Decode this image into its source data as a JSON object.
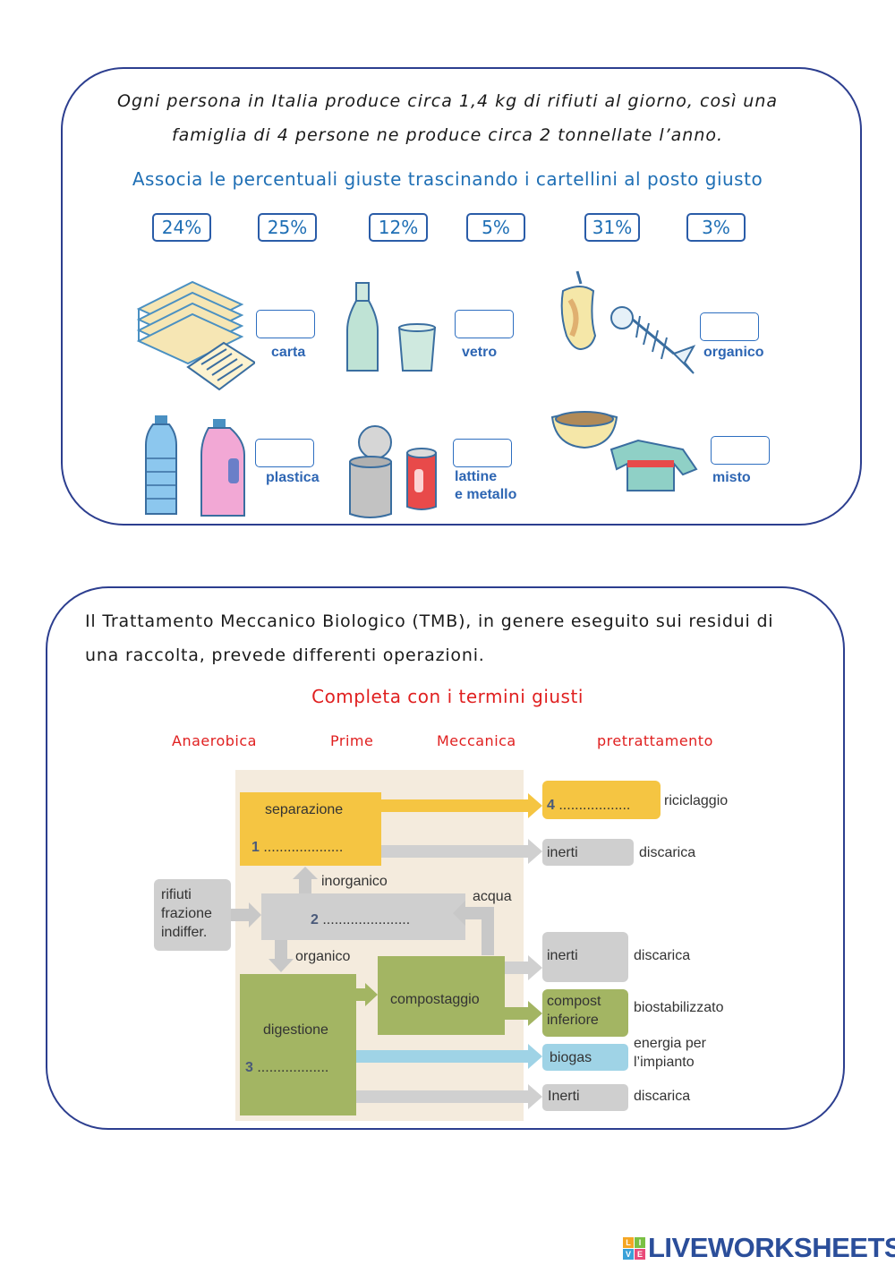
{
  "section1": {
    "intro_line1": "Ogni persona in Italia produce circa 1,4 kg di rifiuti al giorno, così una",
    "intro_line2": "famiglia di 4 persone ne produce circa 2 tonnellate l’anno.",
    "instruction": "Associa le percentuali giuste trascinando i cartellini al posto giusto",
    "chips": [
      "24%",
      "25%",
      "12%",
      "5%",
      "31%",
      "3%"
    ],
    "categories": {
      "carta": "carta",
      "vetro": "vetro",
      "organico": "organico",
      "plastica": "plastica",
      "lattine_line1": "lattine",
      "lattine_line2": "e metallo",
      "misto": "misto"
    }
  },
  "section2": {
    "intro_line1": "Il Trattamento Meccanico Biologico (TMB), in genere eseguito sui residui di",
    "intro_line2": "una raccolta, prevede differenti operazioni.",
    "instruction": "Completa con i termini giusti",
    "terms": [
      "Anaerobica",
      "Prime",
      "Meccanica",
      "pretrattamento"
    ],
    "diagram": {
      "input_line1": "rifiuti",
      "input_line2": "frazione",
      "input_line3": "indiffer.",
      "separazione": "separazione",
      "blank1_num": "1",
      "blank1_dots": "....................",
      "blank2_num": "2",
      "blank2_dots": "......................",
      "blank3_num": "3",
      "blank3_dots": "..................",
      "blank4_num": "4",
      "blank4_dots": "..................",
      "inorganico": "inorganico",
      "organico": "organico",
      "acqua": "acqua",
      "digestione": "digestione",
      "compostaggio": "compostaggio",
      "riciclaggio": "riciclaggio",
      "inerti": "inerti",
      "inerti_cap": "Inerti",
      "discarica": "discarica",
      "compost_line1": "compost",
      "compost_line2": "inferiore",
      "biostabilizzato": "biostabilizzato",
      "biogas": "biogas",
      "energia_line1": "energia per",
      "energia_line2": "l’impianto"
    }
  },
  "footer": {
    "brand": "LIVEWORKSHEETS",
    "logo_letters": [
      "L",
      "I",
      "V",
      "E"
    ]
  },
  "colors": {
    "panel_border": "#2c3e8f",
    "blue_text": "#1f6fb5",
    "red_text": "#e02020",
    "diagram_yellow": "#f5c542",
    "diagram_green": "#a3b563",
    "diagram_grey": "#cfcfcf",
    "diagram_blue": "#9fd3e6",
    "diagram_bg": "#f4ebdd"
  }
}
